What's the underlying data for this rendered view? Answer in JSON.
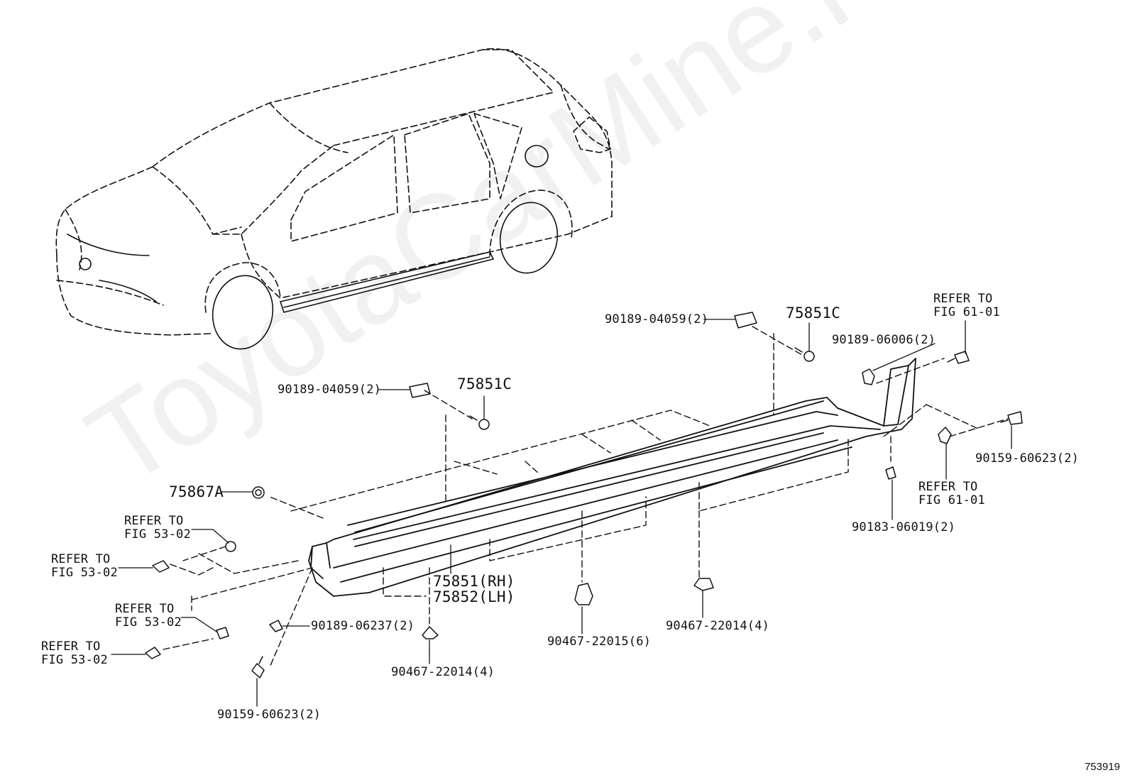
{
  "watermark": "ToyotaCarMine.ru",
  "figure_id": "753919",
  "labels": {
    "clip_04059_top": "90189-04059(2)",
    "clip_04059_mid": "90189-04059(2)",
    "part_75851c_top": "75851C",
    "part_75851c_mid": "75851C",
    "clip_06006": "90189-06006(2)",
    "refer_61_top_a": "REFER TO",
    "refer_61_top_b": "FIG 61-01",
    "screw_60623_right": "90159-60623(2)",
    "refer_61_bot_a": "REFER TO",
    "refer_61_bot_b": "FIG 61-01",
    "clip_06019": "90183-06019(2)",
    "part_75867a": "75867A",
    "refer_53_1a": "REFER TO",
    "refer_53_1b": "FIG 53-02",
    "refer_53_2a": "REFER TO",
    "refer_53_2b": "FIG 53-02",
    "refer_53_3a": "REFER TO",
    "refer_53_3b": "FIG 53-02",
    "refer_53_4a": "REFER TO",
    "refer_53_4b": "FIG 53-02",
    "part_75851_rh": "75851(RH)",
    "part_75852_lh": "75852(LH)",
    "clip_06237": "90189-06237(2)",
    "screw_60623_left": "90159-60623(2)",
    "clip_22014_left": "90467-22014(4)",
    "clip_22015": "90467-22015(6)",
    "clip_22014_right": "90467-22014(4)"
  }
}
